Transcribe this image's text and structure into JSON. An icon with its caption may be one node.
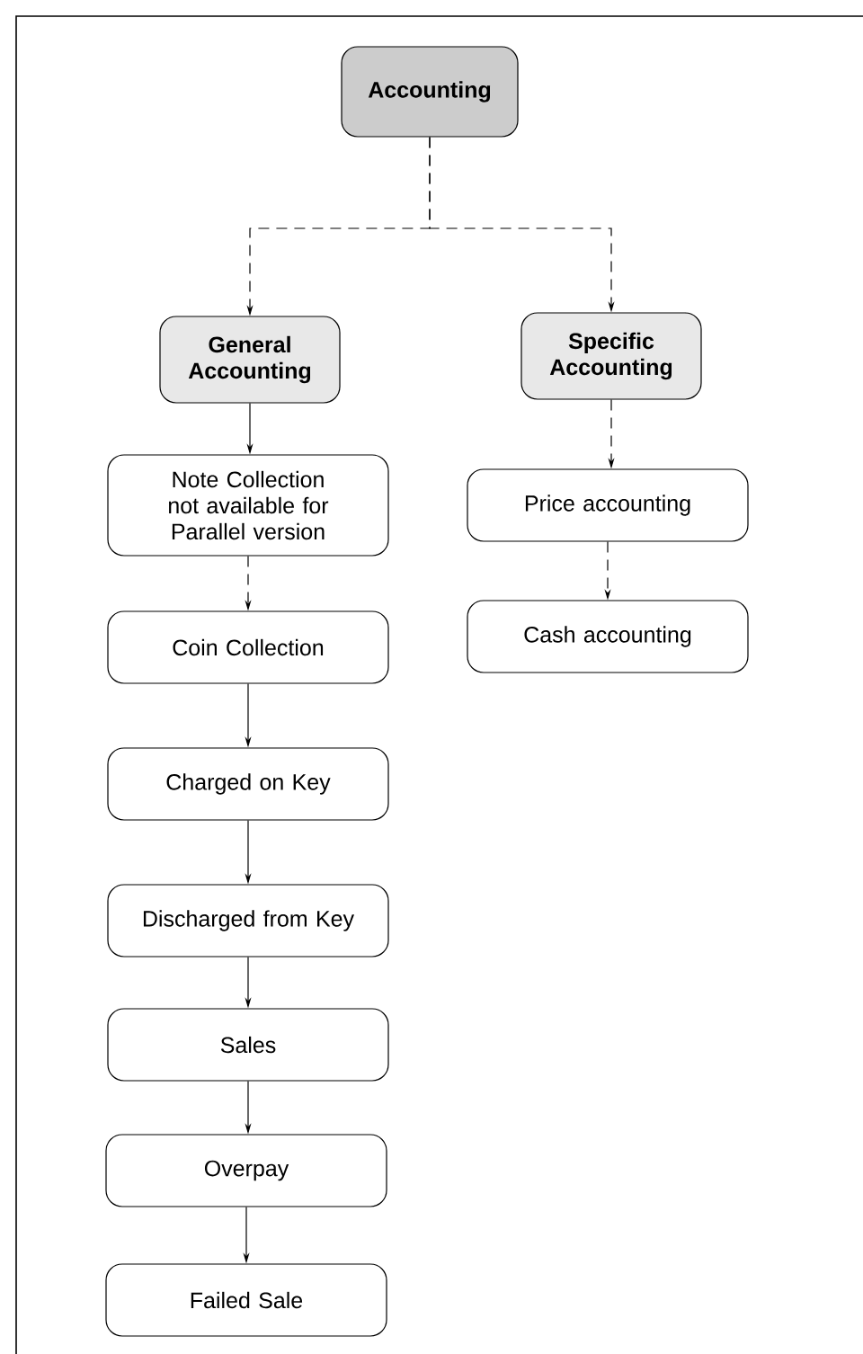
{
  "diagram": {
    "nodes": [
      {
        "text": [
          "Accounting"
        ]
      },
      {
        "text": [
          "General Accounting"
        ]
      },
      {
        "text": [
          "Specific Accounting"
        ]
      },
      {
        "text": [
          "Note Collection not available for Parallel version"
        ]
      },
      {
        "text": [
          "Coin Collection"
        ]
      },
      {
        "text": [
          "Charged on Key"
        ]
      },
      {
        "text": [
          "Discharged from Key"
        ]
      },
      {
        "text": [
          "Sales"
        ]
      },
      {
        "text": [
          "Overpay"
        ]
      },
      {
        "text": [
          "Failed Sale"
        ]
      },
      {
        "text": [
          "Price accounting"
        ]
      },
      {
        "text": [
          "Cash accounting"
        ]
      }
    ],
    "edges": [
      {
        "from": 0,
        "to": 1,
        "arrow": "to",
        "style": "dashed"
      },
      {
        "from": 0,
        "to": 2,
        "arrow": "to",
        "style": "dashed"
      },
      {
        "from": 1,
        "to": 3,
        "arrow": "to"
      },
      {
        "from": 3,
        "to": 4,
        "arrow": "to",
        "style": "dashed"
      },
      {
        "from": 4,
        "to": 5,
        "arrow": "to"
      },
      {
        "from": 5,
        "to": 6,
        "arrow": "to"
      },
      {
        "from": 6,
        "to": 7,
        "arrow": "to"
      },
      {
        "from": 7,
        "to": 8,
        "arrow": "to"
      },
      {
        "from": 8,
        "to": 9,
        "arrow": "to"
      },
      {
        "from": 2,
        "to": 10,
        "arrow": "to",
        "style": "dashed"
      },
      {
        "from": 10,
        "to": 11,
        "arrow": "to",
        "style": "dashed"
      }
    ]
  }
}
